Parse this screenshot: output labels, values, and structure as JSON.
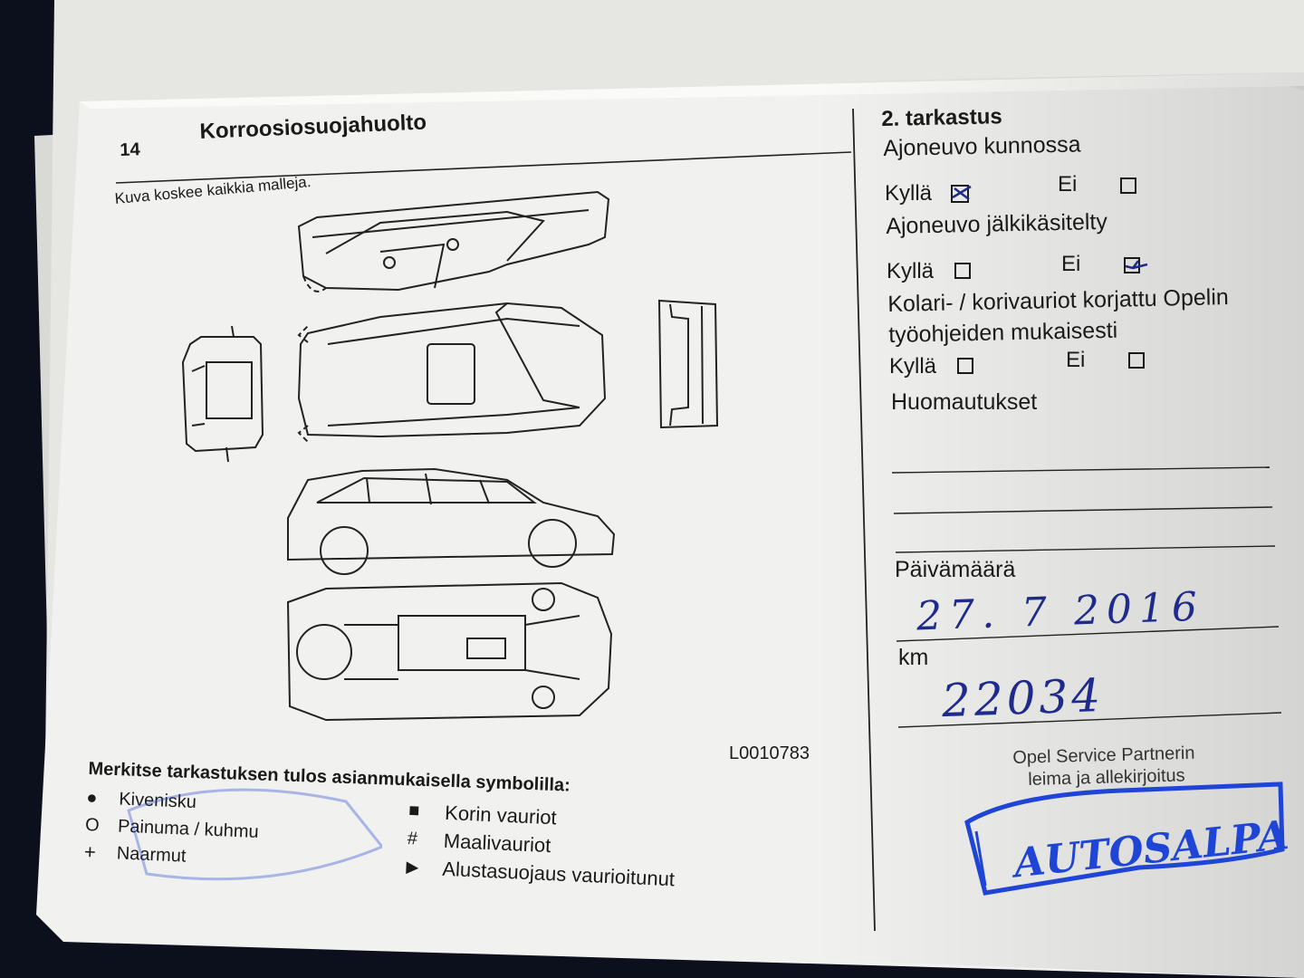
{
  "header": {
    "page_number": "14",
    "title": "Korroosiosuojahuolto"
  },
  "left": {
    "caption": "Kuva koskee kaikkia malleja.",
    "figure_code": "L0010783",
    "legend_heading": "Merkitse tarkastuksen tulos asianmukaisella symbolilla:",
    "legend_left": [
      {
        "symbol": "●",
        "label": "Kivenisku"
      },
      {
        "symbol": "O",
        "label": "Painuma / kuhmu"
      },
      {
        "symbol": "+",
        "label": "Naarmut"
      }
    ],
    "legend_right": [
      {
        "symbol": "■",
        "label": "Korin vauriot"
      },
      {
        "symbol": "#",
        "label": "Maalivauriot"
      },
      {
        "symbol": "▶",
        "label": "Alustasuojaus vaurioitunut"
      }
    ]
  },
  "right": {
    "heading": "2. tarkastus",
    "q1": "Ajoneuvo kunnossa",
    "q2": "Ajoneuvo jälkikäsitelty",
    "q3_line1": "Kolari- / korivauriot korjattu Opelin",
    "q3_line2": "työohjeiden mukaisesti",
    "yes_label": "Kyllä",
    "no_label": "Ei",
    "answers": {
      "q1_yes": true,
      "q1_no": false,
      "q2_yes": false,
      "q2_no": true,
      "q3_yes": false,
      "q3_no": false
    },
    "remarks_label": "Huomautukset",
    "date_label": "Päivämäärä",
    "date_value": "27. 7 2016",
    "km_label": "km",
    "km_value": "22034",
    "partner_line1": "Opel Service Partnerin",
    "partner_line2": "leima ja allekirjoitus",
    "stamp_text": "AUTOSALPA"
  },
  "colors": {
    "paper": "#f2f2f0",
    "ink": "#1a1a1a",
    "pen": "#1e2a8c",
    "stamp": "#1f45d6"
  }
}
